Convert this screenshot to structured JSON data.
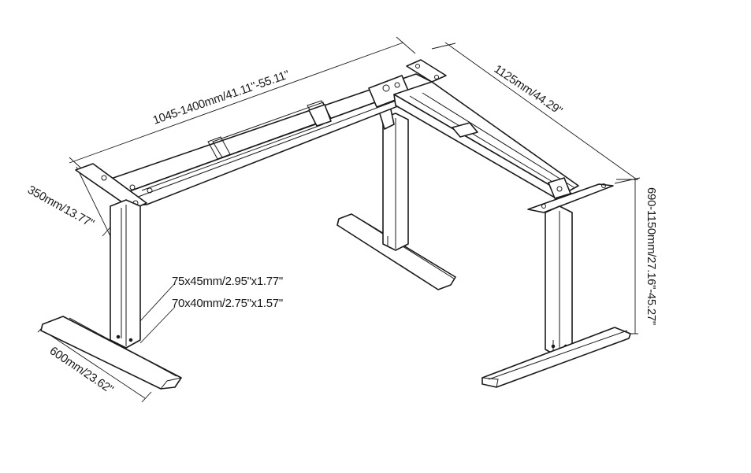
{
  "dimensions": {
    "width_main": "1045-1400mm/41.11\"-55.11\"",
    "width_side": "1125mm/44.29\"",
    "height": "690-1150mm/27.16\"-45.27\"",
    "depth_top": "350mm/13.77\"",
    "foot_length": "600mm/23.62\"",
    "column_outer": "75x45mm/2.95\"x1.77\"",
    "column_inner": "70x40mm/2.75\"x1.57\""
  },
  "colors": {
    "line": "#1a1a1a",
    "background": "#ffffff"
  }
}
